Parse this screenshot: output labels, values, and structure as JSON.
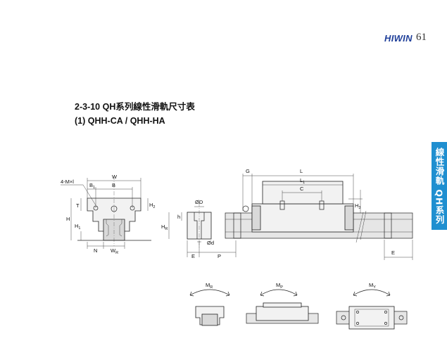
{
  "header": {
    "brand": "HIWIN",
    "page_number": "61"
  },
  "headings": {
    "section_title": "2-3-10 QH系列線性滑軌尺寸表",
    "model_title": "(1) QHH-CA / QHH-HA"
  },
  "side_tab": {
    "label": "線性滑軌 QH系列",
    "color": "#1f8fd0"
  },
  "front_view": {
    "labels": {
      "mounting": "4-M×l",
      "W": "W",
      "B1": "B",
      "B1_sub": "1",
      "B": "B",
      "T": "T",
      "H": "H",
      "H1": "H",
      "H1_sub": "1",
      "H2": "H",
      "H2_sub": "2",
      "N": "N",
      "WR": "W",
      "WR_sub": "R"
    }
  },
  "rail_section": {
    "labels": {
      "D": "ØD",
      "h": "h",
      "HR": "H",
      "HR_sub": "R",
      "d": "Ød",
      "E": "E",
      "P": "P"
    }
  },
  "side_view": {
    "labels": {
      "G": "G",
      "L": "L",
      "L1": "L",
      "L1_sub": "1",
      "C": "C",
      "H3": "H",
      "H3_sub": "3",
      "E": "E"
    }
  },
  "moments": {
    "MR": "M",
    "MR_sub": "R",
    "MP": "M",
    "MP_sub": "P",
    "MY": "M",
    "MY_sub": "Y"
  }
}
